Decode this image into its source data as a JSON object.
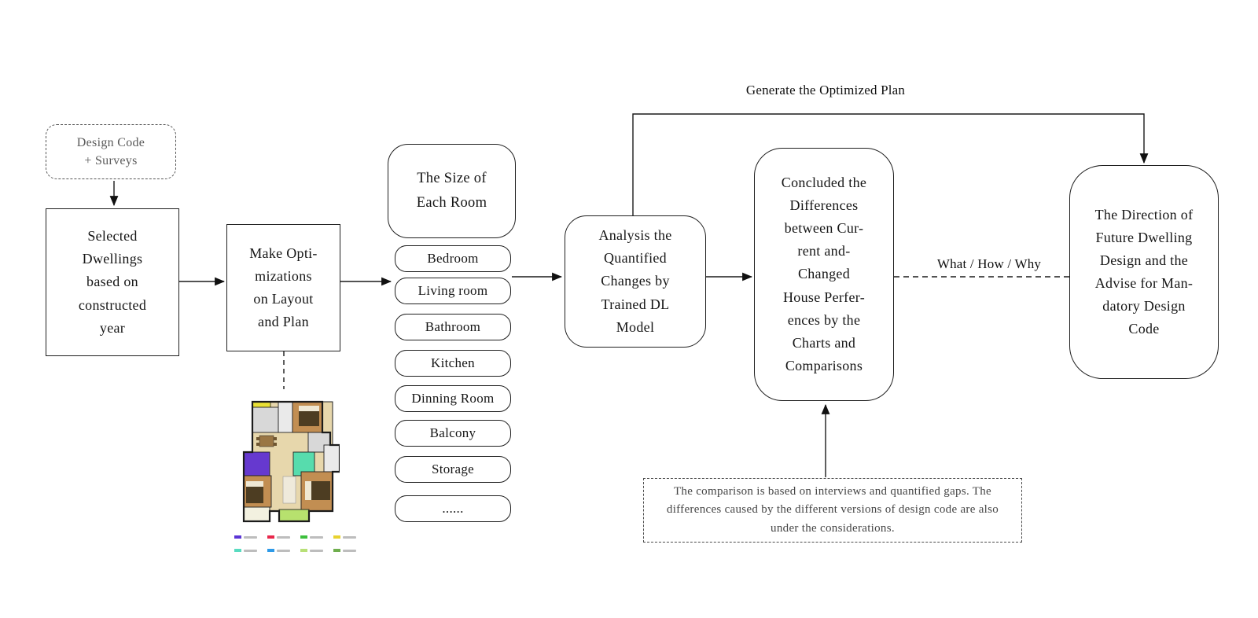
{
  "diagram": {
    "nodes": {
      "design_code": "Design Code\n+ Surveys",
      "selected_dwellings": "Selected\nDwellings\nbased on\nconstructed\nyear",
      "make_optimizations": "Make Opti-\nmizations\non Layout\nand Plan",
      "size_of_each_room": "The Size of\nEach Room",
      "analysis_dl": "Analysis the\nQuantified\nChanges by\nTrained DL\nModel",
      "concluded_differences": "Concluded the\nDifferences\nbetween Cur-\nrent and-\nChanged\nHouse Perfer-\nences by the\nCharts and\nComparisons",
      "future_direction": "The Direction of\nFuture Dwelling\nDesign and the\nAdvise for Man-\ndatory Design\nCode",
      "comparison_note": "The comparison is based on interviews and quantified gaps. The\ndifferences caused by the different versions of design code are also\nunder the considerations."
    },
    "room_items": [
      "Bedroom",
      "Living room",
      "Bathroom",
      "Kitchen",
      "Dinning Room",
      "Balcony",
      "Storage",
      "......"
    ],
    "edge_labels": {
      "generate_plan": "Generate the Optimized Plan",
      "what_how_why": "What / How / Why"
    }
  },
  "floor_plan": {
    "colors": {
      "beige": "#e7d7ac",
      "wood": "#c28e52",
      "gray": "#d8d8d8",
      "light_gray": "#eaeaea",
      "purple": "#6639cf",
      "teal": "#57dcad",
      "yellow": "#e9e034",
      "light_green": "#b7e16e",
      "off_white": "#f3f1e0",
      "bed_dark": "#4d3d22",
      "pillow": "#efe8d4",
      "table": "#9a7644"
    },
    "legend_row1": [
      "#5b35d5",
      "#e8274b",
      "#3dbf3d",
      "#e8d22f"
    ],
    "legend_row2": [
      "#59dbc0",
      "#2e9ae8",
      "#b8e077",
      "#6fae4e"
    ]
  }
}
